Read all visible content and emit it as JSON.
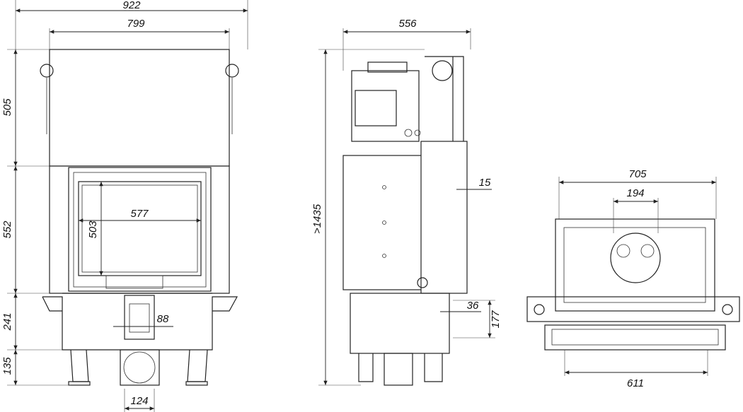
{
  "front_view": {
    "overall_width": "922",
    "top_width": "799",
    "upper_height": "505",
    "door_height": "552",
    "base_height": "241",
    "leg_height": "135",
    "glass_width": "577",
    "glass_height": "503",
    "air_inlet_width": "88",
    "flue_diameter": "124"
  },
  "side_view": {
    "depth": "556",
    "total_height": ">1435",
    "offset": "15",
    "inlet_offset": "36",
    "inlet_height": "177"
  },
  "top_view": {
    "width": "705",
    "flue_outlet": "194",
    "front_width": "611"
  }
}
